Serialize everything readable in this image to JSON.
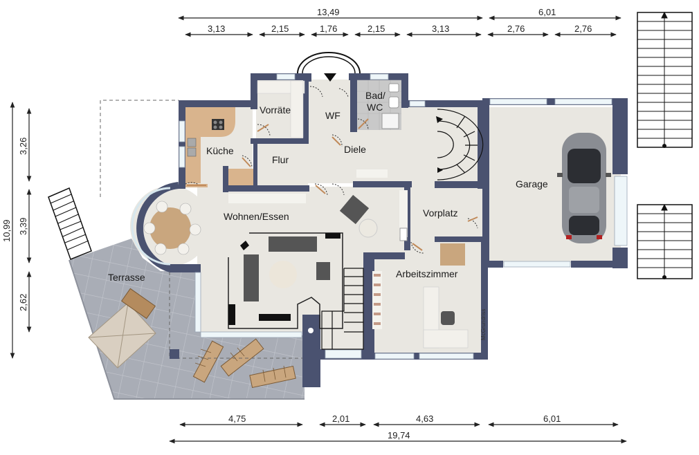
{
  "rooms": {
    "kueche": "Küche",
    "vorraete": "Vorräte",
    "wf": "WF",
    "bad_line1": "Bad/",
    "bad_line2": "WC",
    "flur": "Flur",
    "diele": "Diele",
    "wohnen": "Wohnen/Essen",
    "vorplatz": "Vorplatz",
    "garage": "Garage",
    "terrasse": "Terrasse",
    "arbeitszimmer": "Arbeitszimmer"
  },
  "watermark": "McGrundriss",
  "dimensions": {
    "top_total_left": "13,49",
    "top_total_right": "6,01",
    "top_segments": [
      "3,13",
      "2,15",
      "1,76",
      "2,15",
      "3,13",
      "2,76",
      "2,76"
    ],
    "left_total": "10,99",
    "left_segments": [
      "3,26",
      "3,39",
      "2,62"
    ],
    "bottom_segments": [
      "4,75",
      "2,01",
      "4,63",
      "6,01"
    ],
    "bottom_total": "19,74"
  },
  "colors": {
    "wall": "#4a5270",
    "floor": "#e8e6e0",
    "terrace": "#a7abb5",
    "wood": "#c9a67e",
    "dim_line": "#222222"
  }
}
